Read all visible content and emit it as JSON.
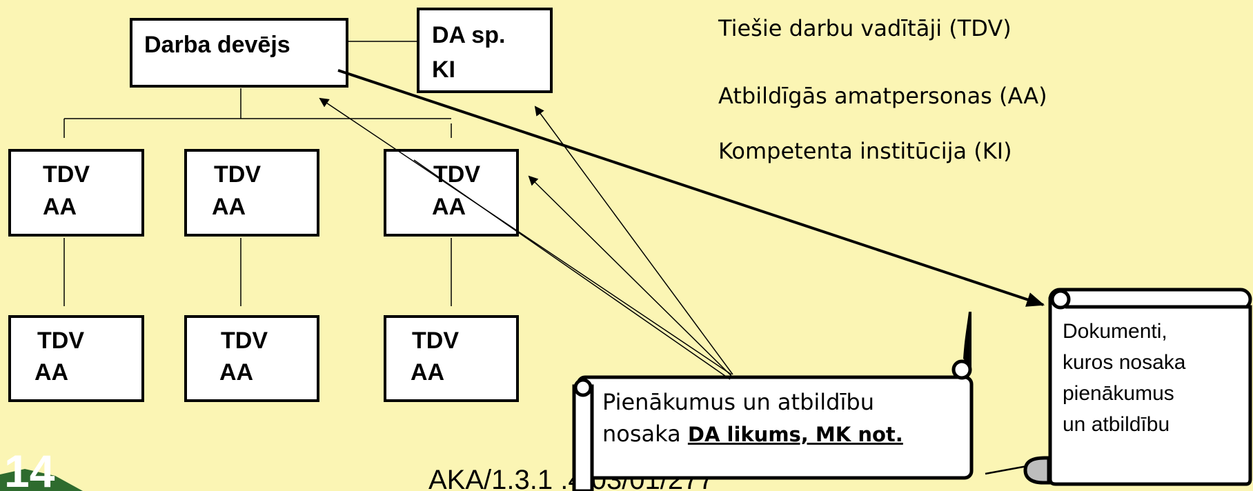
{
  "boxes": {
    "employer": "Darba devējs",
    "ohs_specialist_line1": "DA sp.",
    "ohs_specialist_line2": "KI",
    "tdv_label": "TDV",
    "aa_label": "AA"
  },
  "legend": {
    "line1": "Tiešie darbu vadītāji (TDV)",
    "line2": "Atbildīgās amatpersonas (AA)",
    "line3": "Kompetenta institūcija (KI)"
  },
  "scroll_middle": {
    "line1": "Pienākumus un atbildību",
    "line2_prefix": "nosaka ",
    "line2_bold": "DA likums, MK not."
  },
  "scroll_right": {
    "line1": "Dokumenti,",
    "line2": "kuros nosaka",
    "line3": "pienākumus",
    "line4": "un atbildību"
  },
  "footer": {
    "doc_number": "AKA/1.3.1 .4/03/01/277",
    "page_number": "14"
  },
  "colors": {
    "background": "#fbf5b4",
    "box_fill": "#ffffff",
    "stroke": "#000000",
    "logo_green": "#2e6b2e"
  }
}
